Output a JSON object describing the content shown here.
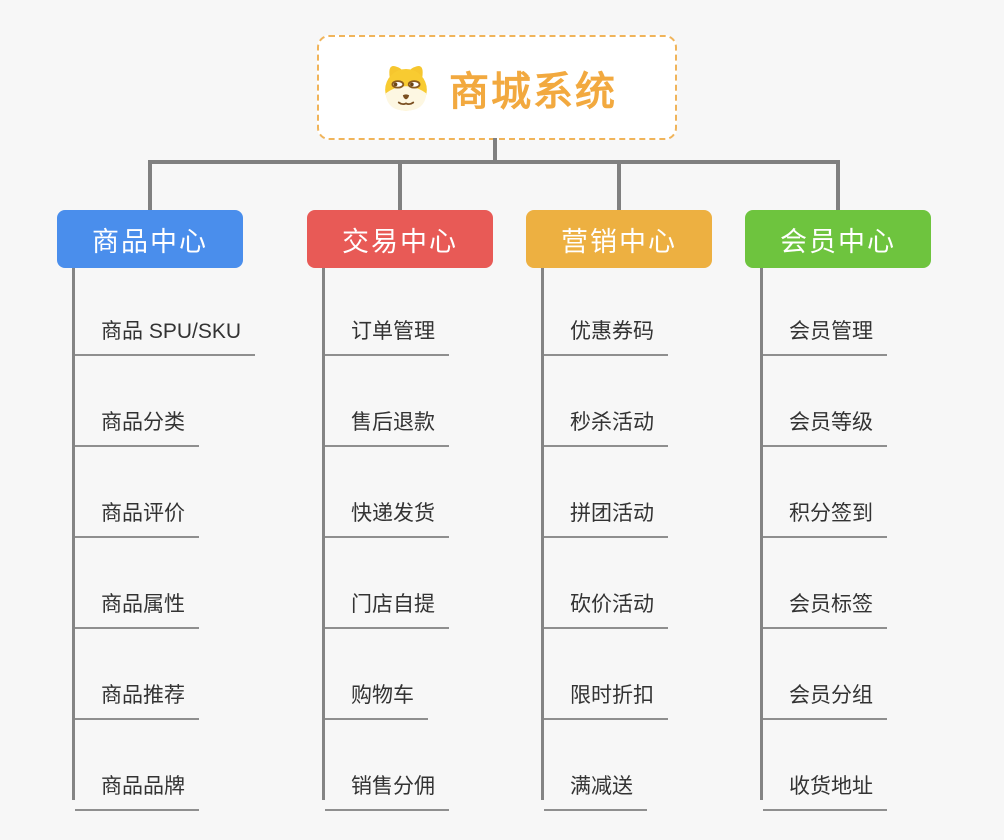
{
  "root": {
    "title": "商城系统",
    "icon": "dog-face-icon"
  },
  "branches": [
    {
      "label": "商品中心",
      "color": "#4a8eec",
      "items": [
        "商品 SPU/SKU",
        "商品分类",
        "商品评价",
        "商品属性",
        "商品推荐",
        "商品品牌"
      ]
    },
    {
      "label": "交易中心",
      "color": "#e85a56",
      "items": [
        "订单管理",
        "售后退款",
        "快递发货",
        "门店自提",
        "购物车",
        "销售分佣"
      ]
    },
    {
      "label": "营销中心",
      "color": "#edb041",
      "items": [
        "优惠券码",
        "秒杀活动",
        "拼团活动",
        "砍价活动",
        "限时折扣",
        "满减送"
      ]
    },
    {
      "label": "会员中心",
      "color": "#6ec43e",
      "items": [
        "会员管理",
        "会员等级",
        "积分签到",
        "会员标签",
        "会员分组",
        "收货地址"
      ]
    }
  ],
  "colors": {
    "background": "#f7f7f7",
    "root_border": "#f0b45a",
    "root_title": "#f2a93f",
    "connector": "#808080",
    "item_underline": "#8f8f8f",
    "item_text": "#333333"
  }
}
